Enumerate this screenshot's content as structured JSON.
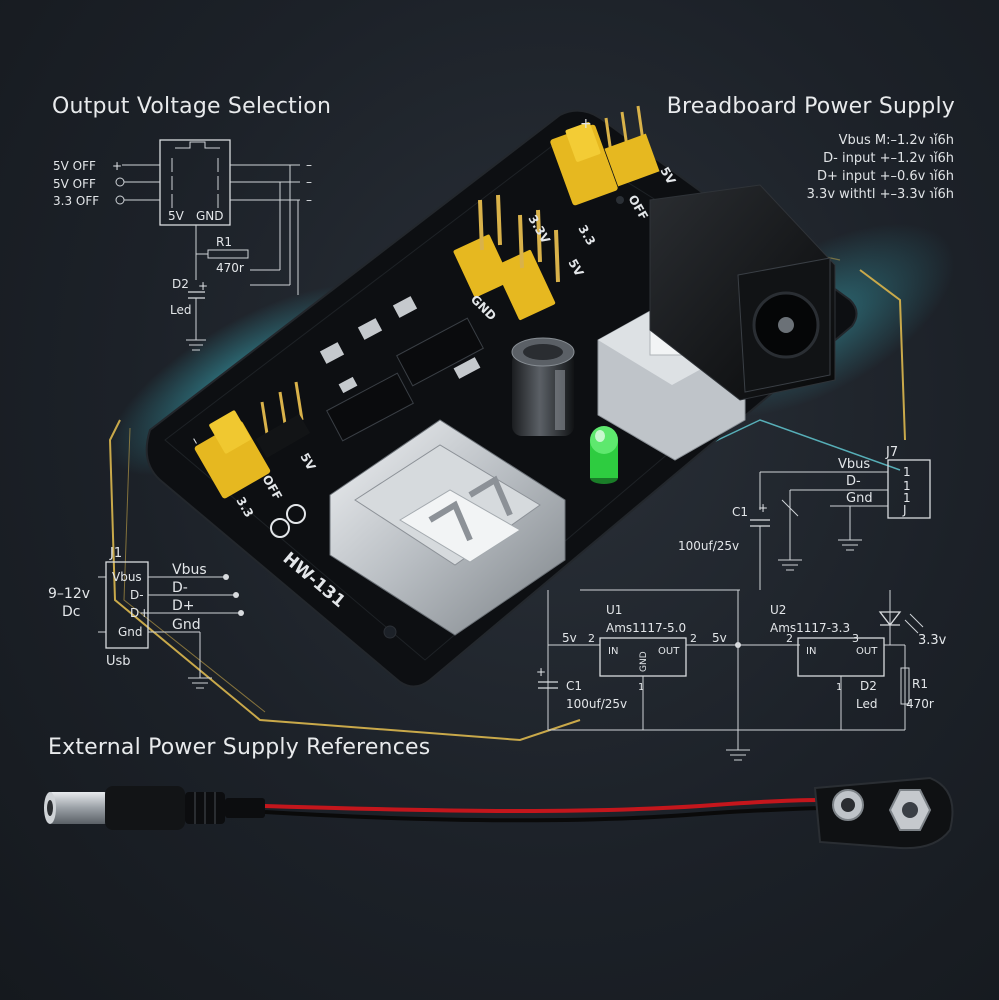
{
  "headings": {
    "output_voltage": "Output Voltage Selection",
    "breadboard": "Breadboard Power Supply",
    "external": "External Power Supply References"
  },
  "spec_lines": [
    "Vbus  M:–1.2v ℩ǐ6h",
    "D-  input +–1.2v ℩ǐ6h",
    "D+  input +–0.6v ℩ǐ6h",
    "3.3v withtl +–3.3v ℩ǐ6h"
  ],
  "selector": {
    "rows": [
      "5V OFF",
      "5V OFF",
      "3.3 OFF"
    ],
    "ic_pins": [
      "5V",
      "GND"
    ],
    "r1_name": "R1",
    "r1_value": "470r",
    "d2_name": "D2",
    "d2_label": "Led"
  },
  "usb_input": {
    "voltage": "9–12v",
    "type": "Dc",
    "connector": "J1",
    "pins": [
      "Vbus",
      "D-",
      "D+",
      "Gnd"
    ],
    "footer": "Usb",
    "nets": [
      "Vbus",
      "D-",
      "D+",
      "Gnd"
    ]
  },
  "output_header": {
    "connector": "J7",
    "pins": [
      "1",
      "1",
      "1",
      "J"
    ],
    "nets": [
      "Vbus",
      "D-",
      "Gnd"
    ],
    "cap_name": "C1",
    "cap_value": "100uf/25v"
  },
  "regulators": {
    "u1_name": "U1",
    "u1_part": "Ams1117-5.0",
    "u2_name": "U2",
    "u2_part": "Ams1117-3.3",
    "in": "IN",
    "out": "OUT",
    "gnd": "GND",
    "v_in": "5v",
    "v_mid": "5v",
    "v_out": "3.3v",
    "pin_nums": [
      "2",
      "1",
      "2",
      "2",
      "1",
      "3"
    ],
    "c1_name": "C1",
    "c1_value": "100uf/25v",
    "d2_name": "D2",
    "d2_label": "Led",
    "r1_name": "R1",
    "r1_value": "470r"
  },
  "board": {
    "model": "HW-131",
    "silk_5v_a": "5V",
    "silk_off_a": "OFF",
    "silk_33_a": "3.3",
    "silk_5v_b": "5V",
    "silk_off_b": "OFF",
    "silk_33_b": "3.3",
    "silk_gnd": "GND",
    "silk_5v_c": "5V",
    "silk_33_c": "3.3V"
  },
  "colors": {
    "background": "#1c2128",
    "pcb": "#0d0f12",
    "jumper": "#e6b820",
    "led": "#2ecc40",
    "accent_glow": "#3fd6e6",
    "frame": "#c9a94a",
    "wire_red": "#c4161c"
  },
  "icons": [
    "usb-port-icon",
    "dc-jack-icon",
    "push-button-icon",
    "capacitor-icon",
    "led-icon",
    "battery-snap-icon",
    "barrel-plug-icon"
  ]
}
